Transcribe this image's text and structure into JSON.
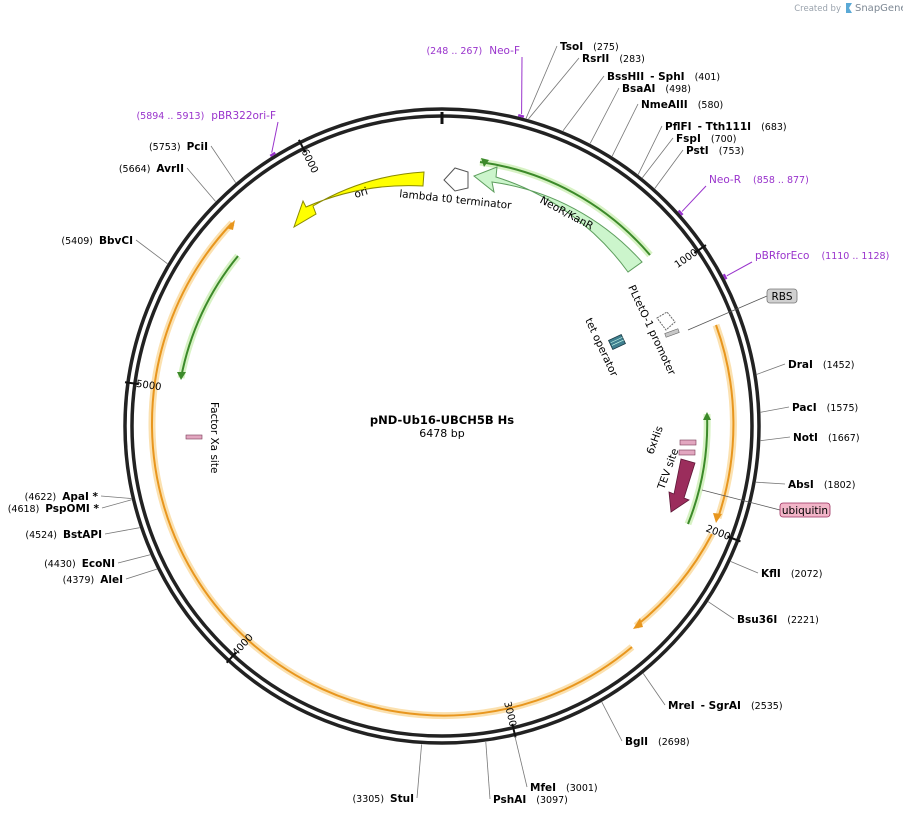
{
  "credit": {
    "created_by": "Created by",
    "brand": "SnapGene",
    "icon": "snapgene-logo-icon"
  },
  "plasmid": {
    "name": "pND-Ub16-UBCH5B Hs",
    "length_label": "6478 bp",
    "length": 6478
  },
  "ticks": [
    {
      "pos": 1000,
      "label": "1000"
    },
    {
      "pos": 2000,
      "label": "2000"
    },
    {
      "pos": 3000,
      "label": "3000"
    },
    {
      "pos": 4000,
      "label": "4000"
    },
    {
      "pos": 5000,
      "label": "5000"
    },
    {
      "pos": 6000,
      "label": "6000"
    }
  ],
  "enzymes": [
    {
      "name": "TsoI",
      "pos": 275,
      "pos_label": "(275)",
      "side": "right",
      "name2": ""
    },
    {
      "name": "RsrII",
      "pos": 283,
      "pos_label": "(283)",
      "side": "right",
      "name2": ""
    },
    {
      "name": "BssHII",
      "pos": 401,
      "pos_label": "(401)",
      "side": "right",
      "name2": "- SphI"
    },
    {
      "name": "BsaAI",
      "pos": 498,
      "pos_label": "(498)",
      "side": "right",
      "name2": ""
    },
    {
      "name": "NmeAIII",
      "pos": 580,
      "pos_label": "(580)",
      "side": "right",
      "name2": ""
    },
    {
      "name": "PflFI",
      "pos": 683,
      "pos_label": "(683)",
      "side": "right",
      "name2": "- Tth111I"
    },
    {
      "name": "FspI",
      "pos": 700,
      "pos_label": "(700)",
      "side": "right",
      "name2": ""
    },
    {
      "name": "PstI",
      "pos": 753,
      "pos_label": "(753)",
      "side": "right",
      "name2": ""
    },
    {
      "name": "DraI",
      "pos": 1452,
      "pos_label": "(1452)",
      "side": "right",
      "name2": ""
    },
    {
      "name": "PacI",
      "pos": 1575,
      "pos_label": "(1575)",
      "side": "right",
      "name2": ""
    },
    {
      "name": "NotI",
      "pos": 1667,
      "pos_label": "(1667)",
      "side": "right",
      "name2": ""
    },
    {
      "name": "AbsI",
      "pos": 1802,
      "pos_label": "(1802)",
      "side": "right",
      "name2": ""
    },
    {
      "name": "KflI",
      "pos": 2072,
      "pos_label": "(2072)",
      "side": "right",
      "name2": ""
    },
    {
      "name": "Bsu36I",
      "pos": 2221,
      "pos_label": "(2221)",
      "side": "right",
      "name2": ""
    },
    {
      "name": "MreI",
      "pos": 2535,
      "pos_label": "(2535)",
      "side": "right",
      "name2": "- SgrAI"
    },
    {
      "name": "BglI",
      "pos": 2698,
      "pos_label": "(2698)",
      "side": "right",
      "name2": ""
    },
    {
      "name": "MfeI",
      "pos": 3001,
      "pos_label": "(3001)",
      "side": "right",
      "name2": ""
    },
    {
      "name": "PshAI",
      "pos": 3097,
      "pos_label": "(3097)",
      "side": "right",
      "name2": ""
    },
    {
      "name": "StuI",
      "pos": 3305,
      "pos_label": "(3305)",
      "side": "left",
      "name2": ""
    },
    {
      "name": "AleI",
      "pos": 4379,
      "pos_label": "(4379)",
      "side": "left",
      "name2": ""
    },
    {
      "name": "EcoNI",
      "pos": 4430,
      "pos_label": "(4430)",
      "side": "left",
      "name2": ""
    },
    {
      "name": "BstAPI",
      "pos": 4524,
      "pos_label": "(4524)",
      "side": "left",
      "name2": ""
    },
    {
      "name": "PspOMI *",
      "pos": 4618,
      "pos_label": "(4618)",
      "side": "left",
      "name2": ""
    },
    {
      "name": "ApaI *",
      "pos": 4622,
      "pos_label": "(4622)",
      "side": "left",
      "name2": ""
    },
    {
      "name": "BbvCI",
      "pos": 5409,
      "pos_label": "(5409)",
      "side": "left",
      "name2": ""
    },
    {
      "name": "AvrII",
      "pos": 5664,
      "pos_label": "(5664)",
      "side": "left",
      "name2": ""
    },
    {
      "name": "PciI",
      "pos": 5753,
      "pos_label": "(5753)",
      "side": "left",
      "name2": ""
    }
  ],
  "primers": [
    {
      "name": "Neo-F",
      "range_label": "(248 .. 267)",
      "start": 248,
      "end": 267
    },
    {
      "name": "Neo-R",
      "range_label": "(858 .. 877)",
      "start": 858,
      "end": 877
    },
    {
      "name": "pBRforEco",
      "range_label": "(1110 .. 1128)",
      "start": 1110,
      "end": 1128
    },
    {
      "name": "pBR322ori-F",
      "range_label": "(5894 .. 5913)",
      "start": 5894,
      "end": 5913
    }
  ],
  "features": {
    "neo": {
      "label": "NeoR/KanR",
      "color": "#ccf5cc"
    },
    "ori": {
      "label": "ori",
      "color": "#ffff00"
    },
    "lambda": {
      "label": "lambda t0 terminator",
      "color": "#ffffff"
    },
    "promoter": {
      "label": "PLtetO-1 promoter"
    },
    "tet_operator": {
      "label": "tet operator",
      "color": "#3f7f8f"
    },
    "his": {
      "label": "6xHis"
    },
    "tev": {
      "label": "TEV site"
    },
    "factor_xa": {
      "label": "Factor Xa site"
    },
    "ubiquitin": {
      "label": "ubiquitin",
      "color": "#9b2d5c"
    }
  },
  "callouts": [
    {
      "label": "RBS",
      "fill": "#d0d0d0"
    },
    {
      "label": "ubiquitin",
      "fill": "#f2b5c8"
    }
  ],
  "colors": {
    "orf": "#f5a623",
    "orf_glow": "#fbe1b0",
    "green_orf": "#6ab04c",
    "primer": "#9933cc"
  }
}
